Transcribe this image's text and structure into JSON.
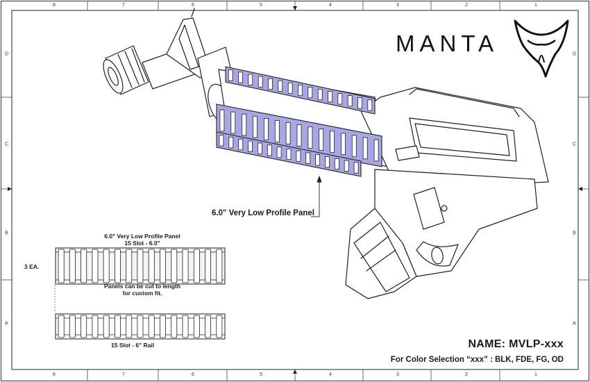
{
  "zone_columns": [
    "8",
    "7",
    "6",
    "5",
    "4",
    "3",
    "2",
    "1"
  ],
  "zone_rows_left": [
    "D",
    "C",
    "B",
    "A"
  ],
  "zone_rows_right": [
    "D",
    "C",
    "B",
    "A"
  ],
  "brand": {
    "wordmark": "MANTA"
  },
  "callout": {
    "label": "6.0\" Very Low Profile Panel"
  },
  "detail": {
    "title_line1": "6.0\" Very Low Profile Panel",
    "title_line2": "15 Slot - 6.0\"",
    "quantity": "3 EA.",
    "note_line1": "Panels can be cut to length",
    "note_line2": "for custom fit.",
    "rail_label": "15 Slot - 6\" Rail",
    "slot_count": 15
  },
  "title_block": {
    "name": "NAME: MVLP-xxx",
    "color_selection": "For Color Selection “xxx” : BLK, FDE, FG, OD"
  },
  "colors": {
    "panel_accent": "#a9a6e6",
    "line": "#1a1a1a",
    "border": "#222222"
  }
}
